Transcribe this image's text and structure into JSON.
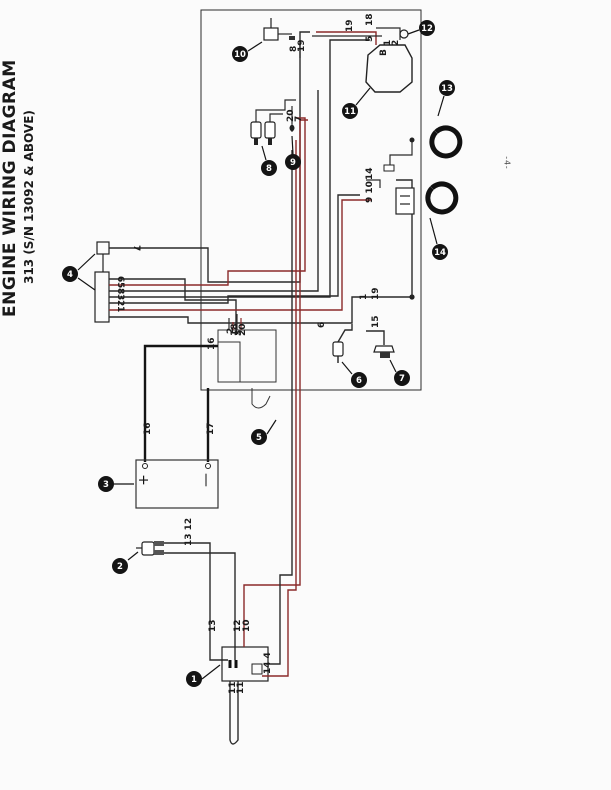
{
  "title": "ENGINE WIRING DIAGRAM",
  "subtitle": "313 (S/N 13092 & ABOVE)",
  "page_number": "-4-",
  "components": [
    "1",
    "2",
    "3",
    "4",
    "5",
    "6",
    "7",
    "8",
    "9",
    "10",
    "11",
    "12",
    "13",
    "14"
  ],
  "battery": {
    "plus": "+",
    "minus": "—"
  },
  "coil_terminal_b": "B",
  "wire_labels": {
    "w_16": "16",
    "w_17": "17",
    "w_1312": "13 12",
    "w_13b": "13",
    "w_12b": "12",
    "w_10b": "10",
    "w_11a": "11",
    "w_11b": "11",
    "w_144": "14 4",
    "c4_7": "7",
    "c4_6": "6",
    "c4_5": "5",
    "c4_8": "8",
    "c4_3": "3",
    "c4_2": "2",
    "c4_1": "1",
    "box_16": "16",
    "box_2": "2",
    "box_18": "18",
    "box_3": "3",
    "box_20": "20",
    "w_6": "6",
    "w_15": "15",
    "w_19": "19",
    "w_1r": "1",
    "w_8": "8",
    "w_19t": "19",
    "w_19c": "19",
    "w_5": "5",
    "w_18": "18",
    "w_20": "20",
    "w_7": "7",
    "w_14": "14",
    "w_910": "9 10",
    "coil_1": "1",
    "coil_2": "2"
  },
  "colors": {
    "ink": "#1c1c1c",
    "wire_red": "#8b2a2a",
    "wire_dark": "#2b2b2b",
    "badge": "#141414"
  }
}
